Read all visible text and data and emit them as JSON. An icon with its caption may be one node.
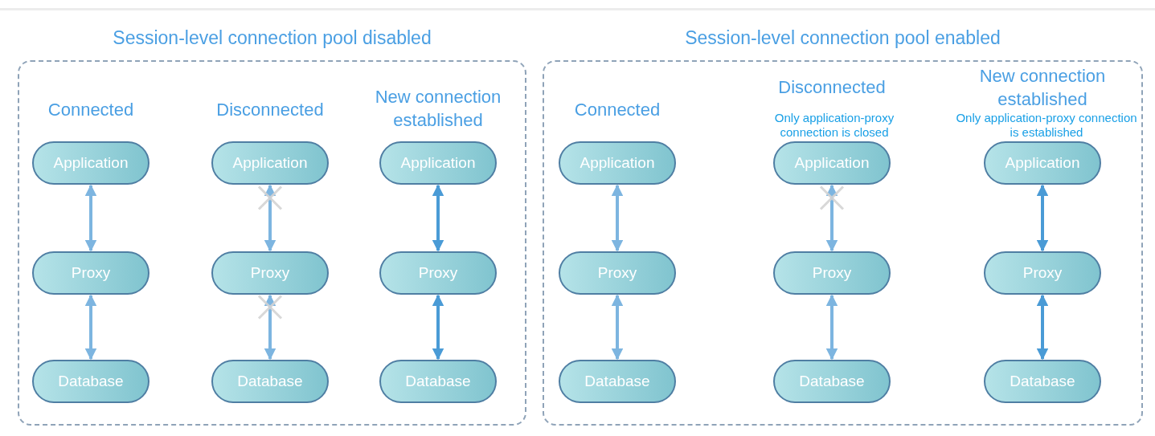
{
  "diagram": {
    "nodes": [
      {
        "text": [
          "Session-level connection pool disabled"
        ]
      },
      {
        "text": [
          "Application"
        ],
        "in": 0
      },
      {
        "text": [
          "Proxy"
        ],
        "in": 0
      },
      {
        "text": [
          "Database"
        ],
        "in": 0
      },
      {
        "text": [
          "Application"
        ],
        "in": 0
      },
      {
        "text": [
          "Proxy"
        ],
        "in": 0
      },
      {
        "text": [
          "Database"
        ],
        "in": 0
      },
      {
        "text": [
          "Application"
        ],
        "in": 0
      },
      {
        "text": [
          "Proxy"
        ],
        "in": 0
      },
      {
        "text": [
          "Database"
        ],
        "in": 0
      },
      {
        "text": [
          "Session-level connection pool enabled"
        ]
      },
      {
        "text": [
          "Application"
        ],
        "in": 10
      },
      {
        "text": [
          "Proxy"
        ],
        "in": 10
      },
      {
        "text": [
          "Database"
        ],
        "in": 10
      },
      {
        "text": [
          "Application"
        ],
        "in": 10
      },
      {
        "text": [
          "Proxy"
        ],
        "in": 10
      },
      {
        "text": [
          "Database"
        ],
        "in": 10
      },
      {
        "text": [
          "Application"
        ],
        "in": 10
      },
      {
        "text": [
          "Proxy"
        ],
        "in": 10
      },
      {
        "text": [
          "Database"
        ],
        "in": 10
      }
    ],
    "edges": [
      {
        "from": 1,
        "to": 2,
        "arrow": "both"
      },
      {
        "from": 2,
        "to": 3,
        "arrow": "both"
      },
      {
        "from": 4,
        "to": 5,
        "arrow": "both"
      },
      {
        "from": 5,
        "to": 6,
        "arrow": "both"
      },
      {
        "from": 7,
        "to": 8,
        "arrow": "both",
        "color": "#4a9bd6"
      },
      {
        "from": 8,
        "to": 9,
        "arrow": "both",
        "color": "#4a9bd6"
      },
      {
        "from": 11,
        "to": 12,
        "arrow": "both"
      },
      {
        "from": 12,
        "to": 13,
        "arrow": "both"
      },
      {
        "from": 14,
        "to": 15,
        "arrow": "both"
      },
      {
        "from": 15,
        "to": 16,
        "arrow": "both"
      },
      {
        "from": 17,
        "to": 18,
        "arrow": "both",
        "color": "#4a9bd6"
      },
      {
        "from": 18,
        "to": 19,
        "arrow": "both",
        "color": "#4a9bd6"
      }
    ],
    "labels": [
      "Connected",
      "Disconnected",
      "New connection established",
      "Connected",
      "Disconnected",
      "Only application-proxy connection is closed",
      "New connection established",
      "Only application-proxy connection is established"
    ]
  }
}
